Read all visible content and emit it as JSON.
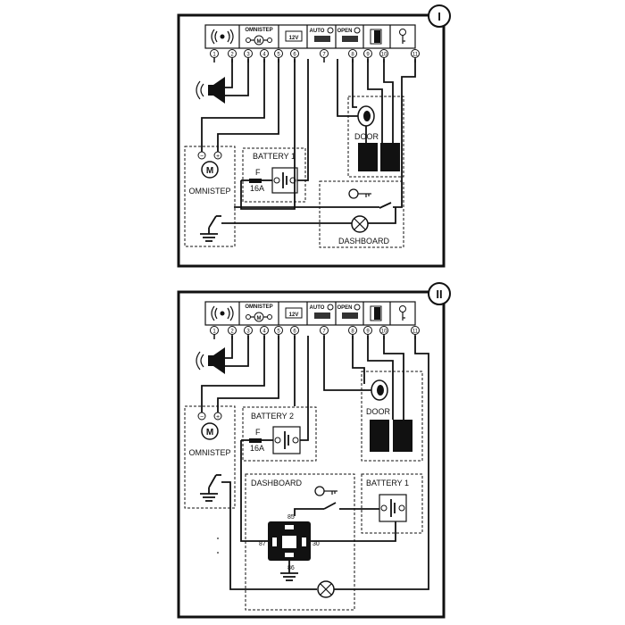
{
  "panel_I": {
    "roman": "I",
    "terminal_numbers": [
      "1",
      "2",
      "3",
      "4",
      "5",
      "6",
      "7",
      "8",
      "9",
      "10",
      "11"
    ],
    "header": {
      "omnistep": "OMNISTEP",
      "voltage": "12V",
      "auto": "AUTO",
      "open": "OPEN"
    },
    "labels": {
      "omnistep": "OMNISTEP",
      "battery": "BATTERY 1",
      "fuse_letter": "F",
      "fuse_rating": "16A",
      "door": "DOOR",
      "dashboard": "DASHBOARD"
    }
  },
  "panel_II": {
    "roman": "II",
    "terminal_numbers": [
      "1",
      "2",
      "3",
      "4",
      "5",
      "6",
      "7",
      "8",
      "9",
      "10",
      "11"
    ],
    "header": {
      "omnistep": "OMNISTEP",
      "voltage": "12V",
      "auto": "AUTO",
      "open": "OPEN"
    },
    "labels": {
      "omnistep": "OMNISTEP",
      "battery2": "BATTERY 2",
      "fuse_letter": "F",
      "fuse_rating": "16A",
      "door": "DOOR",
      "dashboard": "DASHBOARD",
      "battery1": "BATTERY 1",
      "relay_85": "85",
      "relay_87": "87",
      "relay_30": "30",
      "relay_86": "86"
    }
  },
  "symbols": {
    "motor": "M",
    "plus": "+",
    "minus": "−"
  },
  "colors": {
    "ink": "#111111",
    "paper": "#ffffff"
  }
}
